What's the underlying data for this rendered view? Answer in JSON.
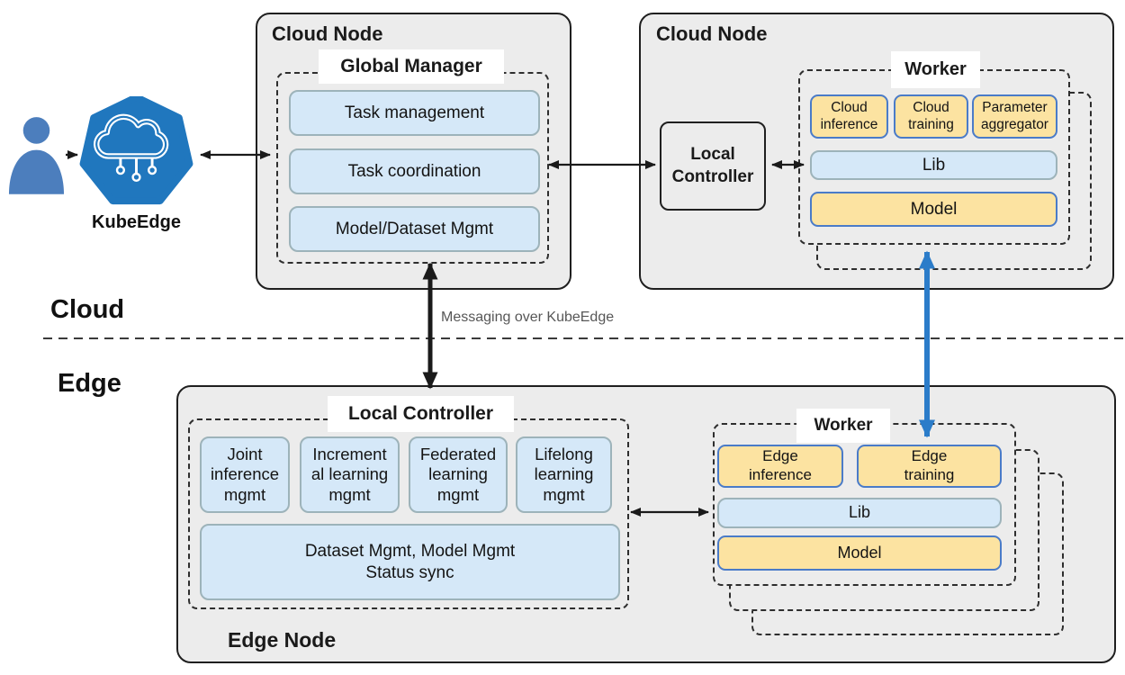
{
  "zones": {
    "cloud": "Cloud",
    "edge": "Edge"
  },
  "messaging_label": "Messaging over KubeEdge",
  "kubeedge": {
    "label": "KubeEdge"
  },
  "cloud_node_left": {
    "title": "Cloud Node",
    "manager": {
      "title": "Global Manager",
      "items": [
        "Task management",
        "Task coordination",
        "Model/Dataset Mgmt"
      ]
    }
  },
  "cloud_node_right": {
    "title": "Cloud Node",
    "local_controller": "Local\nController",
    "worker": {
      "title": "Worker",
      "components": [
        "Cloud\ninference",
        "Cloud\ntraining",
        "Parameter\naggregator"
      ],
      "lib": "Lib",
      "model": "Model"
    }
  },
  "edge_node": {
    "title": "Edge Node",
    "controller": {
      "title": "Local Controller",
      "items": [
        "Joint\ninference\nmgmt",
        "Increment\nal learning\nmgmt",
        "Federated\nlearning\nmgmt",
        "Lifelong\nlearning\nmgmt"
      ],
      "dataset": "Dataset Mgmt, Model Mgmt\nStatus sync"
    },
    "worker": {
      "title": "Worker",
      "components": [
        "Edge\ninference",
        "Edge\ntraining"
      ],
      "lib": "Lib",
      "model": "Model"
    }
  },
  "colors": {
    "node_fill": "#ECECEC",
    "blue_box_fill": "#D5E8F8",
    "blue_box_border": "#9DB3BA",
    "yellow_box_fill": "#FCE3A1",
    "yellow_box_border": "#4A7BC8",
    "arrow_blue": "#2B7CC9",
    "kubeedge_blue": "#2077BE",
    "person_blue": "#4C7EBD"
  }
}
